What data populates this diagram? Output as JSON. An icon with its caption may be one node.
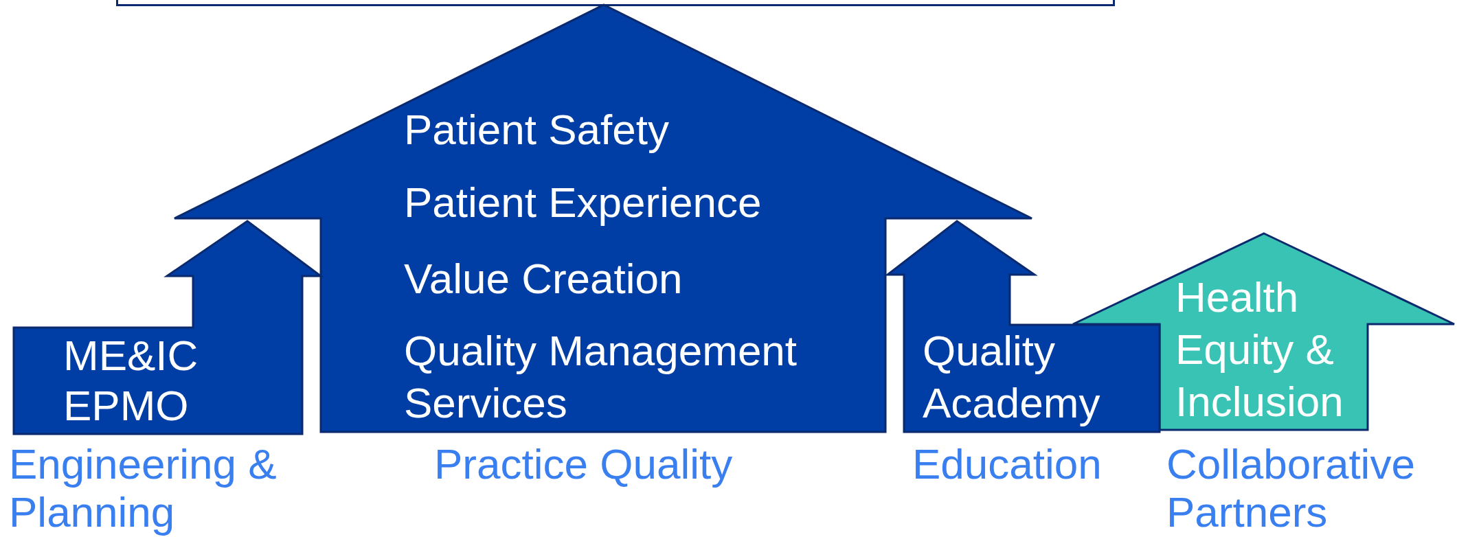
{
  "diagram": {
    "nodes": [
      {
        "text": [],
        "shape": "box"
      },
      {
        "text": [
          "Patient Safety",
          "Patient Experience",
          "Value Creation",
          "Quality Management Services"
        ],
        "beside": [
          "Practice Quality"
        ]
      },
      {
        "text": [
          "ME&IC",
          "EPMO"
        ],
        "beside": [
          "Engineering & Planning"
        ]
      },
      {
        "text": [
          "Health Equity & Inclusion"
        ],
        "beside": [
          "Collaborative Partners"
        ]
      },
      {
        "text": [
          "Quality Academy"
        ],
        "beside": [
          "Education"
        ]
      }
    ]
  }
}
